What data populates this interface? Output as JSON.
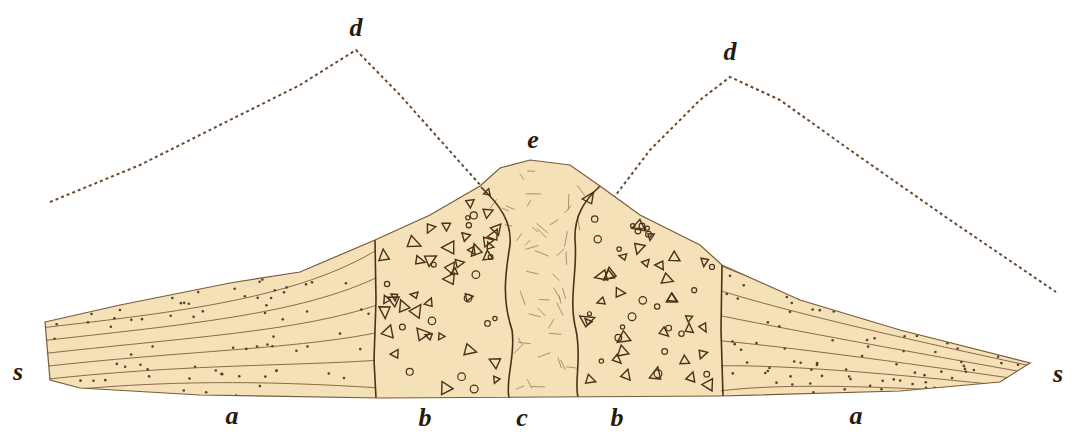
{
  "diagram": {
    "labels": [
      "d",
      "d",
      "e",
      "s",
      "s",
      "a",
      "b",
      "c",
      "b",
      "a"
    ]
  }
}
